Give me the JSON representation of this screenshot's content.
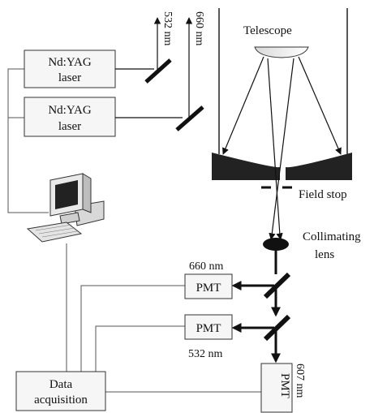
{
  "diagram": {
    "telescope_label": "Telescope",
    "field_stop_label": "Field stop",
    "collimating_label": [
      "Collimating",
      "lens"
    ],
    "laser1_label": [
      "Nd:YAG",
      "laser"
    ],
    "laser2_label": [
      "Nd:YAG",
      "laser"
    ],
    "out_532_label": "532 nm",
    "out_660_label": "660 nm",
    "pmt1_label": "PMT",
    "pmt2_label": "PMT",
    "pmt3_label": "PMT",
    "wl_660_label": "660 nm",
    "wl_532_label": "532 nm",
    "wl_607_label": "607 nm",
    "daq_label": [
      "Data",
      "acquisition"
    ]
  }
}
